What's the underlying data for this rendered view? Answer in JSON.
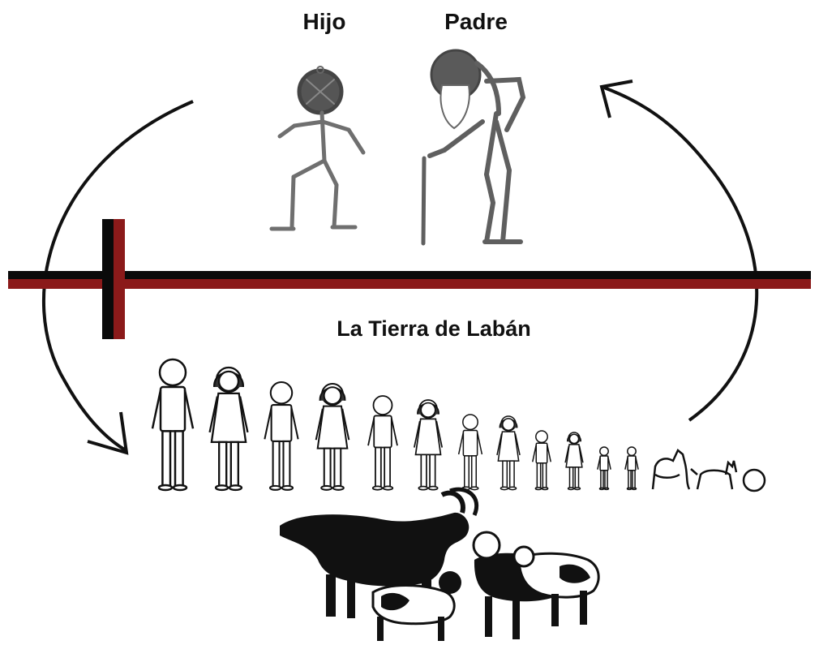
{
  "labels": {
    "son": "Hijo",
    "father": "Padre",
    "land": "La Tierra de Labán"
  },
  "colors": {
    "ink": "#111111",
    "pencil": "#6f6f6f",
    "line_red": "#8b1a1a",
    "line_black": "#0a0a0a"
  },
  "icons": {
    "son_figure": "stick-boy-icon",
    "father_figure": "old-man-with-cane-icon",
    "family": "stick-family-icon",
    "goats": "goat-herd-icon"
  }
}
